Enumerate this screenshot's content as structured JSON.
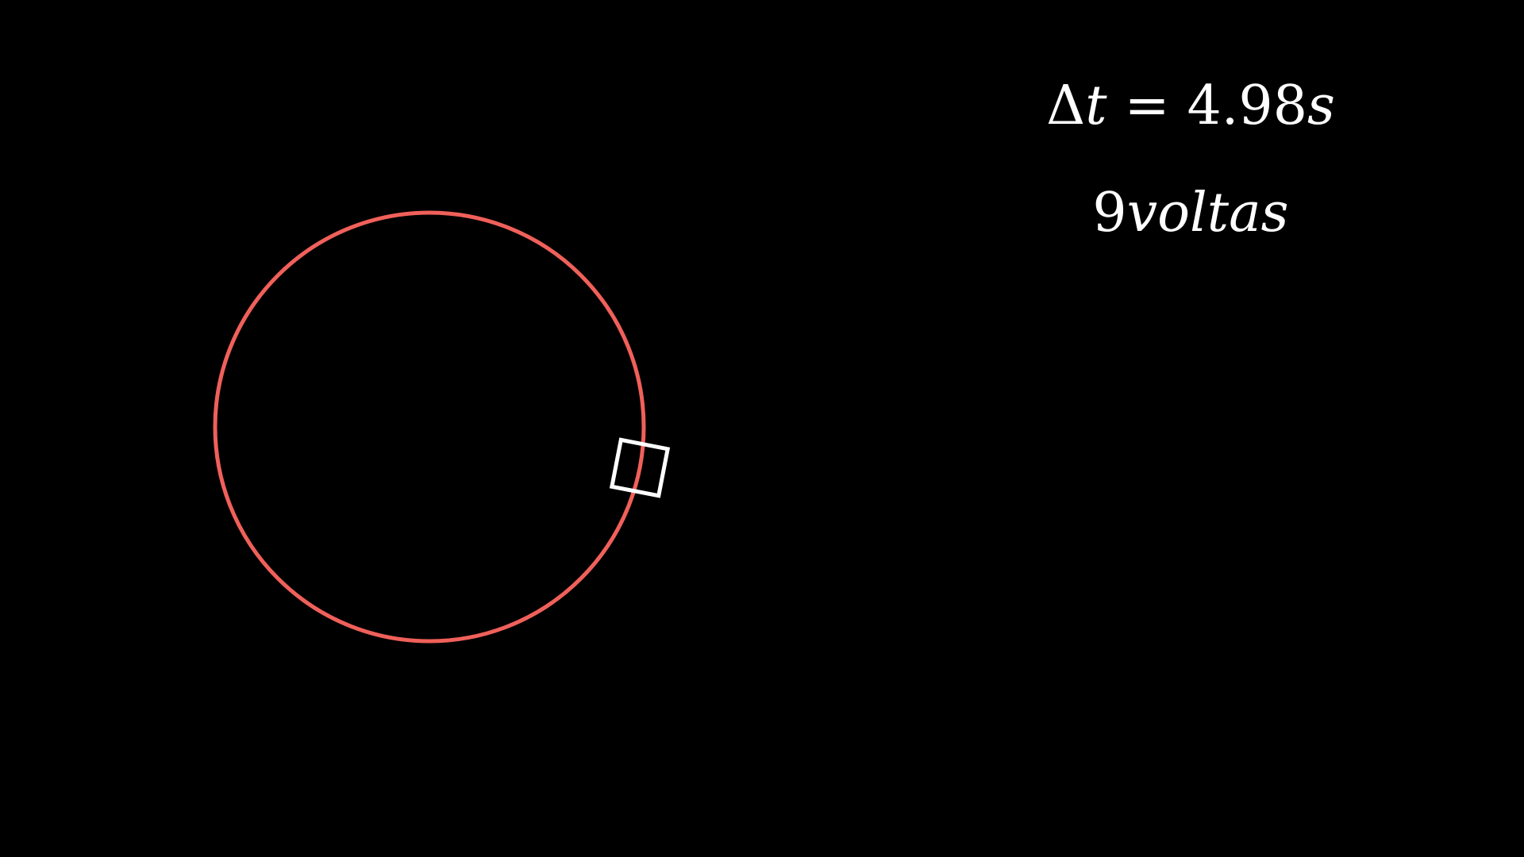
{
  "time_label": {
    "symbol": "Δ",
    "variable": "t",
    "equals": "=",
    "value": "4.98",
    "unit": "s"
  },
  "laps_label": {
    "count": "9",
    "word": "voltas"
  },
  "diagram": {
    "circle_color": "#f0605a",
    "marker_color": "#ffffff",
    "background_color": "#000000",
    "marker_angle_deg": -11
  }
}
